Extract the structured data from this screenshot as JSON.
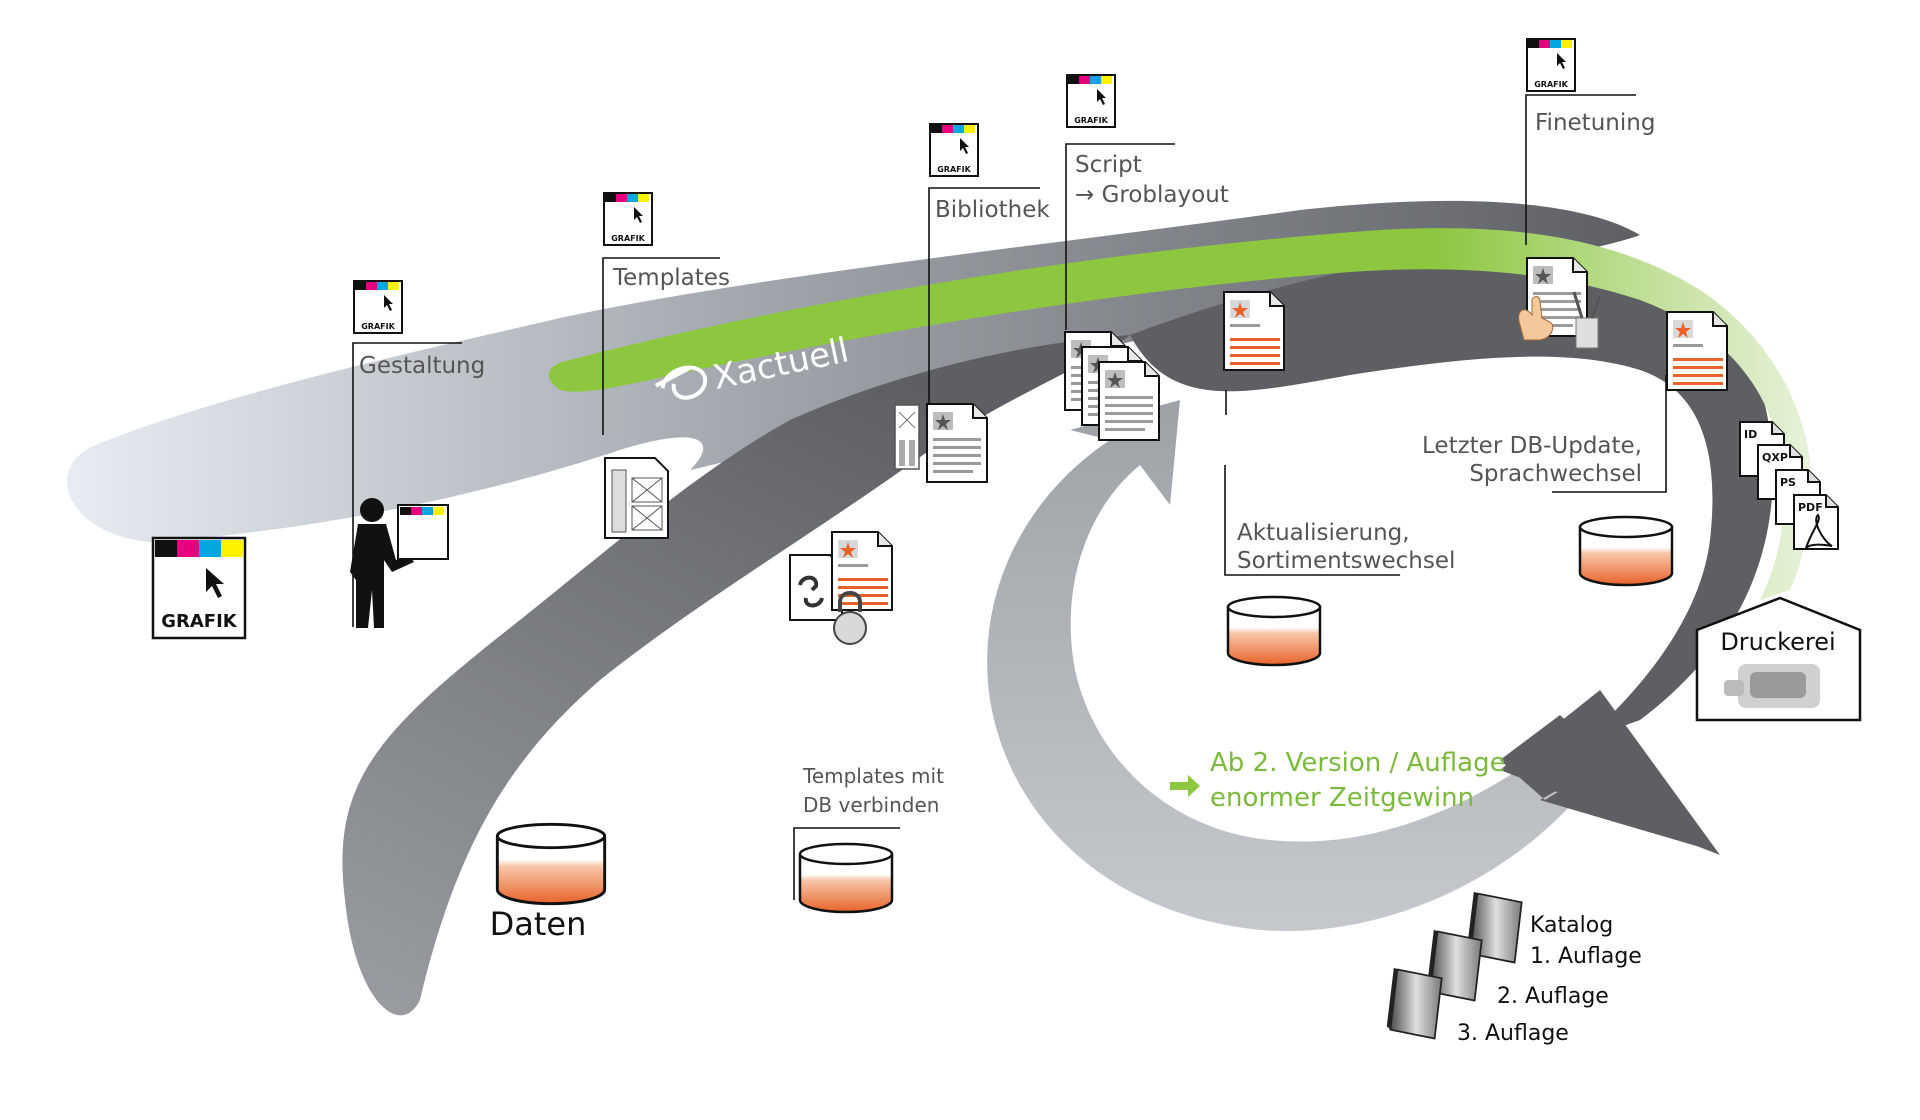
{
  "brand": {
    "name": "Xactuell"
  },
  "steps": {
    "gestaltung": "Gestaltung",
    "templates": "Templates",
    "bibliothek": "Bibliothek",
    "script_line1": "Script",
    "script_line2": "→ Groblayout",
    "finetuning": "Finetuning",
    "templates_db_line1": "Templates mit",
    "templates_db_line2": "DB verbinden",
    "aktualisierung_line1": "Aktualisierung,",
    "aktualisierung_line2": "Sortimentswechsel",
    "letzter_line1": "Letzter DB-Update,",
    "letzter_line2": "Sprachwechsel"
  },
  "grafik_label": "GRAFIK",
  "daten": "Daten",
  "druckerei": "Druckerei",
  "highlight": {
    "line1": "Ab 2. Version / Auflage",
    "line2": "enormer Zeitgewinn"
  },
  "katalog": {
    "title": "Katalog",
    "auflage1": "1. Auflage",
    "auflage2": "2. Auflage",
    "auflage3": "3. Auflage"
  },
  "file_formats": [
    "ID",
    "QXP",
    "PS",
    "PDF"
  ],
  "colors": {
    "green": "#8dc63f",
    "text_green": "#7cba3d",
    "road_dark": "#5d5f63",
    "road_light": "#c8ccd0",
    "orange": "#e8622a",
    "cyan": "#00a7e1",
    "magenta": "#e6007e",
    "yellow": "#fff200"
  }
}
